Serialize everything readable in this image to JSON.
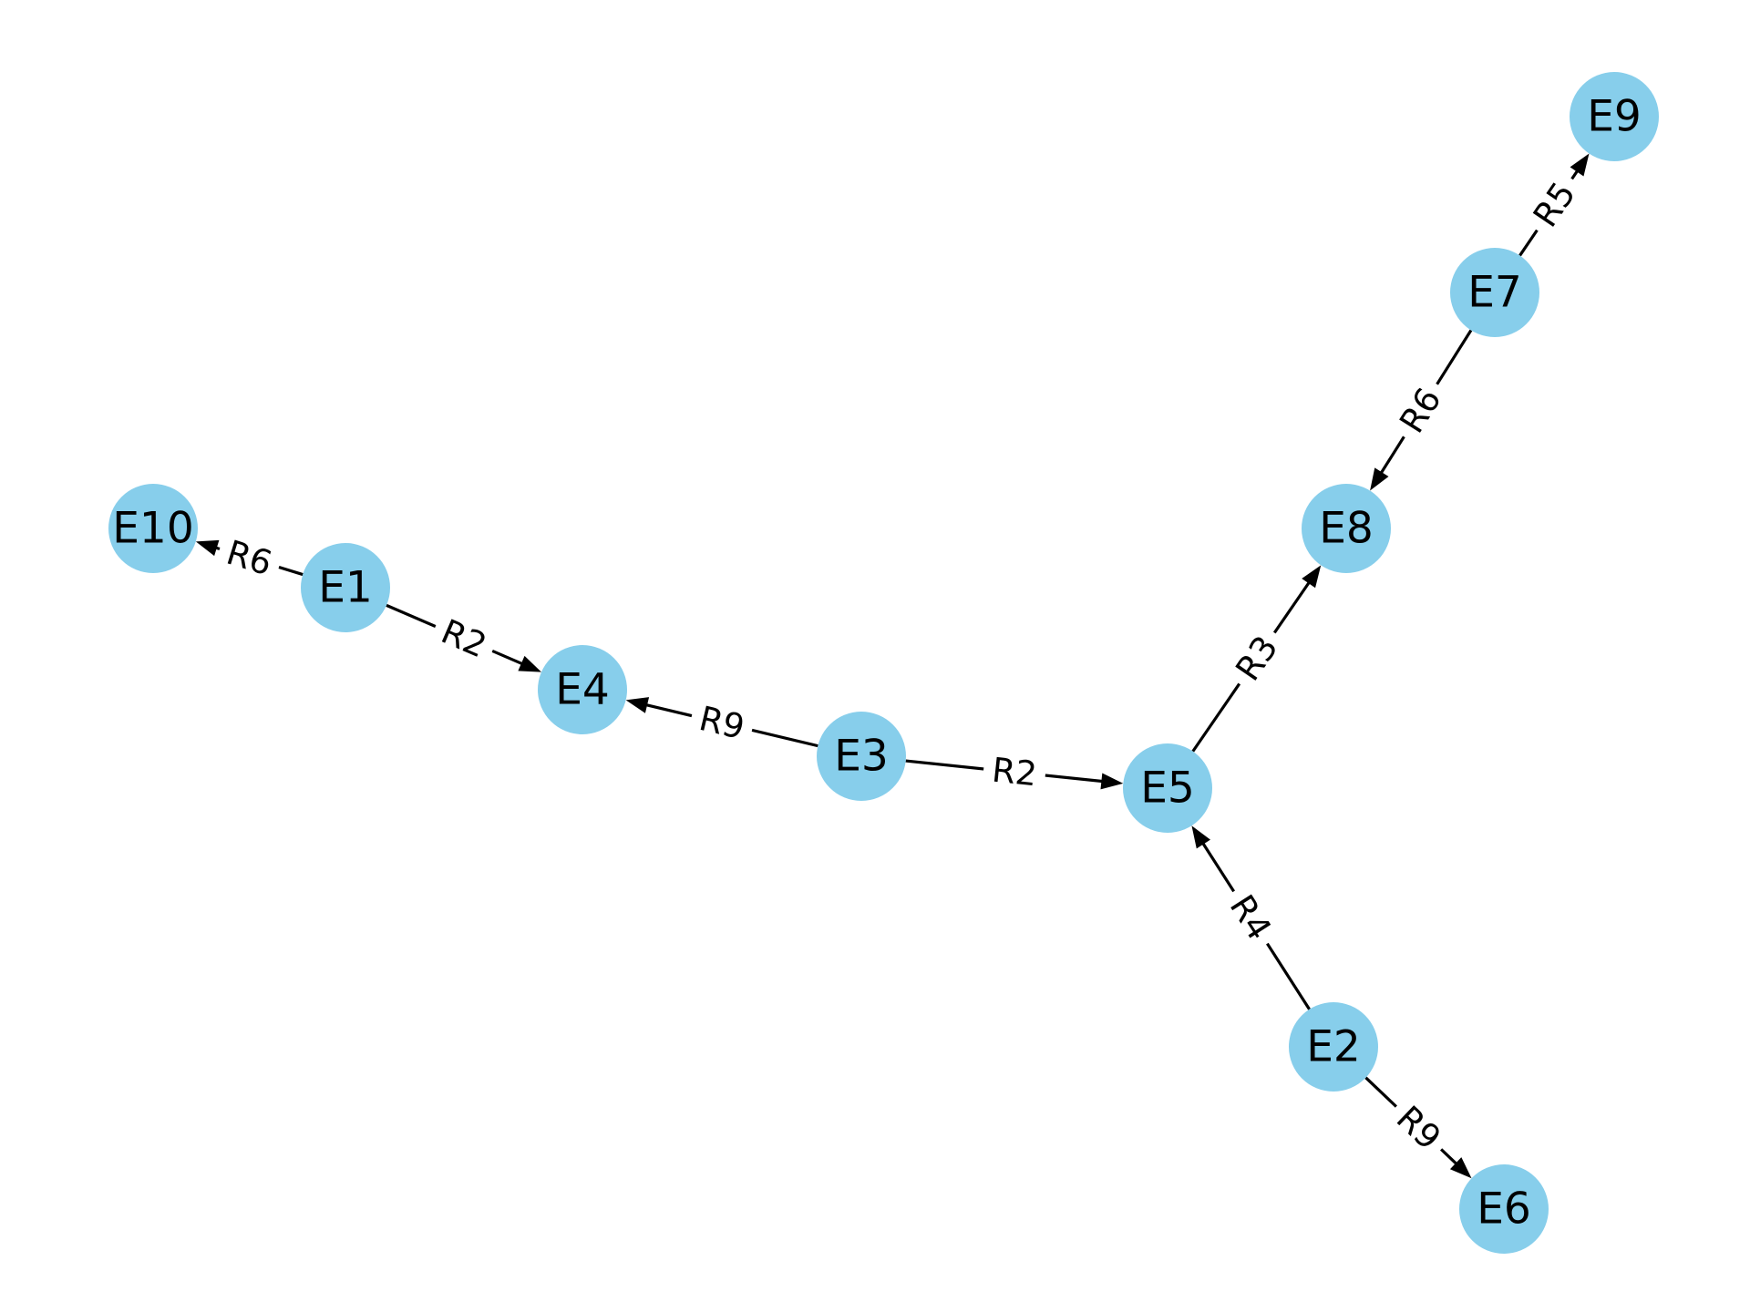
{
  "graph": {
    "type": "directed",
    "node_color": "#87ceeb",
    "edge_color": "#000000",
    "nodes": [
      {
        "id": "E1",
        "label": "E1"
      },
      {
        "id": "E2",
        "label": "E2"
      },
      {
        "id": "E3",
        "label": "E3"
      },
      {
        "id": "E4",
        "label": "E4"
      },
      {
        "id": "E5",
        "label": "E5"
      },
      {
        "id": "E6",
        "label": "E6"
      },
      {
        "id": "E7",
        "label": "E7"
      },
      {
        "id": "E8",
        "label": "E8"
      },
      {
        "id": "E9",
        "label": "E9"
      },
      {
        "id": "E10",
        "label": "E10"
      }
    ],
    "edges": [
      {
        "source": "E1",
        "target": "E10",
        "label": "R6"
      },
      {
        "source": "E1",
        "target": "E4",
        "label": "R2"
      },
      {
        "source": "E3",
        "target": "E4",
        "label": "R9"
      },
      {
        "source": "E3",
        "target": "E5",
        "label": "R2"
      },
      {
        "source": "E5",
        "target": "E8",
        "label": "R3"
      },
      {
        "source": "E7",
        "target": "E8",
        "label": "R6"
      },
      {
        "source": "E7",
        "target": "E9",
        "label": "R5"
      },
      {
        "source": "E2",
        "target": "E5",
        "label": "R4"
      },
      {
        "source": "E2",
        "target": "E6",
        "label": "R9"
      }
    ]
  }
}
